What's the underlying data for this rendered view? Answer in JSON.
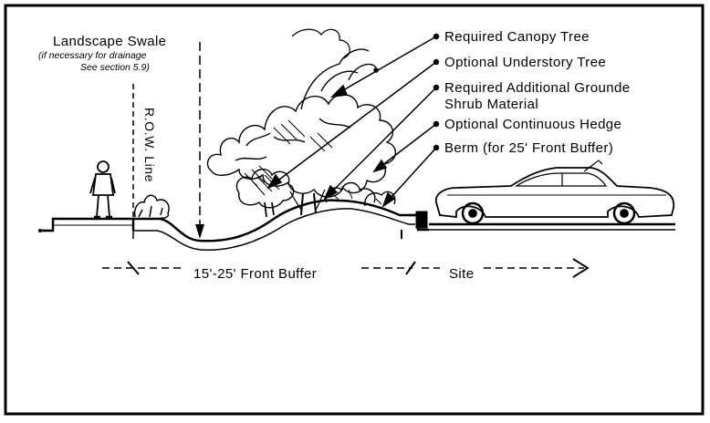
{
  "labels": {
    "swale_title": "Landscape Swale",
    "swale_note_1": "(if necessary for drainage",
    "swale_note_2": "See section 5.9)",
    "row_line": "R.O.W. Line",
    "canopy_tree": "Required Canopy Tree",
    "understory_tree": "Optional Understory Tree",
    "shrub_line1": "Required Additional Grounde",
    "shrub_line2": "Shrub Material",
    "hedge": "Optional Continuous Hedge",
    "berm": "Berm (for 25' Front Buffer)",
    "front_buffer": "15'-25' Front Buffer",
    "site": "Site"
  }
}
